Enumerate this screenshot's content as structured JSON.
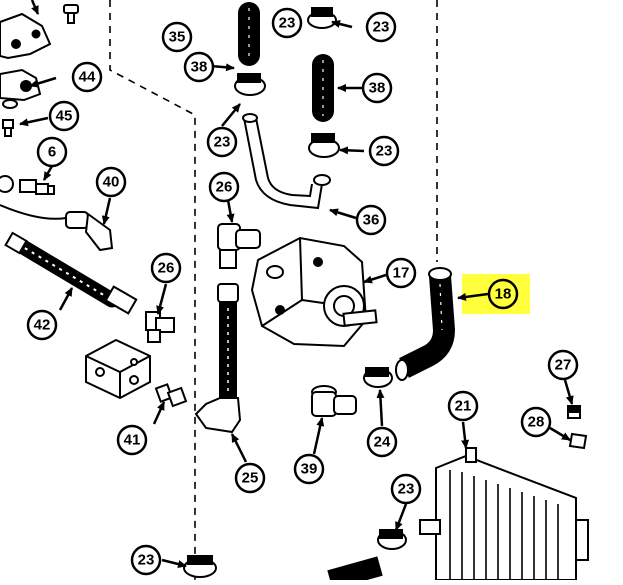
{
  "callouts": {
    "c35": "35",
    "c23a": "23",
    "c23b": "23",
    "c44": "44",
    "c38a": "38",
    "c38b": "38",
    "c45": "45",
    "c23c": "23",
    "c23d": "23",
    "c6": "6",
    "c26a": "26",
    "c40": "40",
    "c36": "36",
    "c17": "17",
    "c18": "18",
    "c42": "42",
    "c26b": "26",
    "c27": "27",
    "c21": "21",
    "c41": "41",
    "c28": "28",
    "c24": "24",
    "c25": "25",
    "c39": "39",
    "c23e": "23",
    "c23f": "23"
  },
  "colors": {
    "ink": "#000000",
    "highlight": "#ffff3b",
    "paper": "#ffffff"
  }
}
